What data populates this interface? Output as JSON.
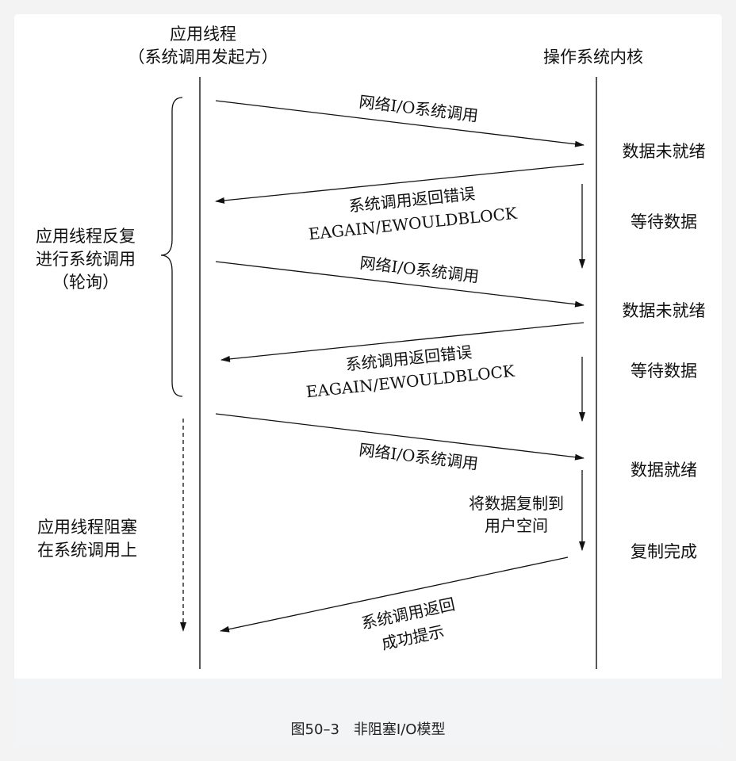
{
  "diagram": {
    "app_thread_title": "应用线程",
    "app_thread_subtitle": "（系统调用发起方）",
    "kernel_title": "操作系统内核",
    "polling_label": [
      "应用线程反复",
      "进行系统调用",
      "（轮询）"
    ],
    "blocking_label": [
      "应用线程阻塞",
      "在系统调用上"
    ],
    "messages": {
      "call_1": "网络I/O系统调用",
      "err_1": "系统调用返回错误",
      "errcode_1": "EAGAIN/EWOULDBLOCK",
      "call_2": "网络I/O系统调用",
      "err_2": "系统调用返回错误",
      "errcode_2": "EAGAIN/EWOULDBLOCK",
      "call_3": "网络I/O系统调用",
      "copy_1": "将数据复制到",
      "copy_2": "用户空间",
      "ret_1": "系统调用返回",
      "ret_2": "成功提示"
    },
    "kernel_states": {
      "s1": "数据未就绪",
      "s2": "等待数据",
      "s3": "数据未就绪",
      "s4": "等待数据",
      "s5": "数据就绪",
      "s6": "复制完成"
    }
  },
  "caption": "图50–3　非阻塞I/O模型"
}
